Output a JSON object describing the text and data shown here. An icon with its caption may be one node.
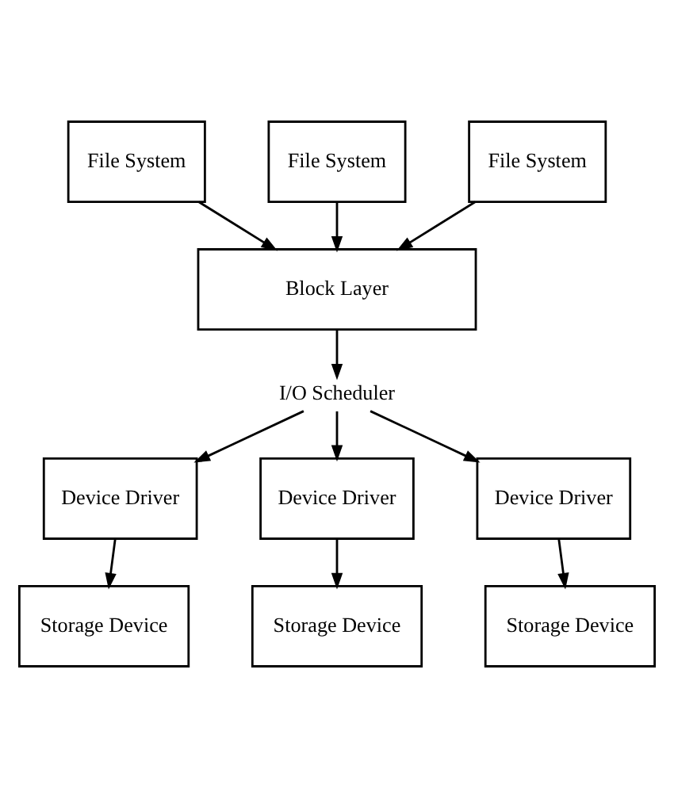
{
  "diagram": {
    "nodes": [
      {
        "text": [
          "File System"
        ]
      },
      {
        "text": [
          "File System"
        ]
      },
      {
        "text": [
          "File System"
        ]
      },
      {
        "text": [
          "Block Layer"
        ]
      },
      {
        "text": [
          "I/O Scheduler"
        ]
      },
      {
        "text": [
          "Device Driver"
        ]
      },
      {
        "text": [
          "Device Driver"
        ]
      },
      {
        "text": [
          "Device Driver"
        ]
      },
      {
        "text": [
          "Storage Device"
        ]
      },
      {
        "text": [
          "Storage Device"
        ]
      },
      {
        "text": [
          "Storage Device"
        ]
      }
    ],
    "edges": [
      {
        "from": 0,
        "to": 3,
        "arrow": "to"
      },
      {
        "from": 1,
        "to": 3,
        "arrow": "to"
      },
      {
        "from": 2,
        "to": 3,
        "arrow": "to"
      },
      {
        "from": 3,
        "to": 4,
        "arrow": "to"
      },
      {
        "from": 4,
        "to": 5,
        "arrow": "to"
      },
      {
        "from": 4,
        "to": 6,
        "arrow": "to"
      },
      {
        "from": 4,
        "to": 7,
        "arrow": "to"
      },
      {
        "from": 5,
        "to": 8,
        "arrow": "to"
      },
      {
        "from": 6,
        "to": 9,
        "arrow": "to"
      },
      {
        "from": 7,
        "to": 10,
        "arrow": "to"
      }
    ]
  }
}
